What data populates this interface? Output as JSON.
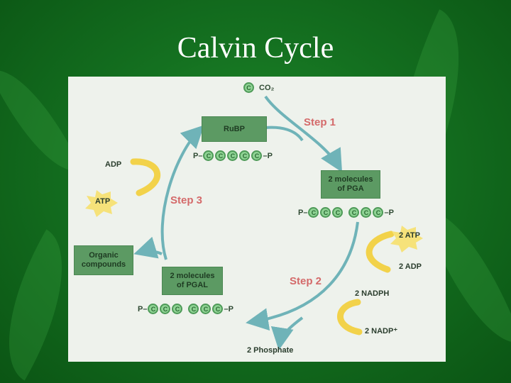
{
  "slide": {
    "title": "Calvin Cycle"
  },
  "diagram": {
    "co2": {
      "atom": "C",
      "label": "CO₂"
    },
    "steps": {
      "step1": "Step 1",
      "step2": "Step 2",
      "step3": "Step 3"
    },
    "rubp": {
      "label": "RuBP",
      "chain_left": "P–",
      "chain_right": "–P",
      "atom": "C"
    },
    "pga": {
      "label_line1": "2 molecules",
      "label_line2": "of PGA",
      "chain_left": "P–",
      "chain_right": "–P",
      "atom": "C"
    },
    "pgal": {
      "label_line1": "2 molecules",
      "label_line2": "of PGAL",
      "chain_left": "P–",
      "chain_right": "–P",
      "atom": "C"
    },
    "organic": {
      "line1": "Organic",
      "line2": "compounds"
    },
    "right_side": {
      "atp_in": "2 ATP",
      "adp_out": "2 ADP",
      "nadph_in": "2 NADPH",
      "nadp_out": "2 NADP⁺"
    },
    "left_side": {
      "adp": "ADP",
      "atp": "ATP"
    },
    "phosphate": "2 Phosphate",
    "colors": {
      "arrow": "#6fb3b8",
      "yellow": "#f2d24a",
      "box": "#5c9a63",
      "step": "#d46a6a"
    }
  }
}
